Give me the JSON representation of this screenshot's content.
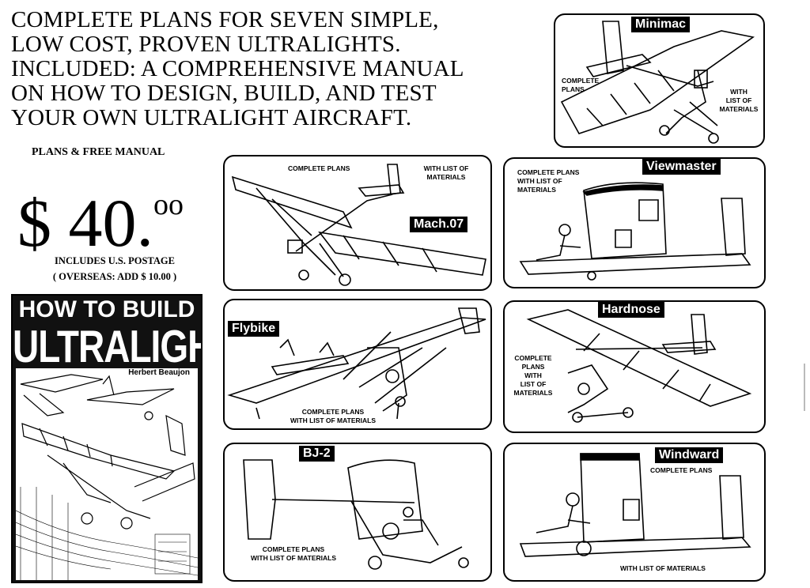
{
  "headline": [
    "COMPLETE PLANS FOR SEVEN SIMPLE,",
    "LOW COST, PROVEN ULTRALIGHTS.",
    "INCLUDED:  A COMPREHENSIVE MANUAL",
    "ON HOW TO DESIGN, BUILD, AND TEST",
    "YOUR OWN ULTRALIGHT AIRCRAFT."
  ],
  "offer": {
    "label": "PLANS & FREE MANUAL",
    "price_main": "$ 40.",
    "price_cents": "oo",
    "postage": "INCLUDES U.S. POSTAGE",
    "overseas": "( OVERSEAS: ADD $ 10.00 )"
  },
  "book": {
    "title_line1": "HOW TO BUILD",
    "title_line2": "ULTRALIGHTS",
    "author": "Herbert Beaujon"
  },
  "panels": {
    "minimac": {
      "name": "Minimac",
      "note_left": [
        "COMPLETE",
        "PLANS"
      ],
      "note_right": [
        "WITH",
        "LIST OF",
        "MATERIALS"
      ]
    },
    "mach07": {
      "name": "Mach.07",
      "note_left": [
        "COMPLETE PLANS"
      ],
      "note_right": [
        "WITH LIST OF",
        "MATERIALS"
      ]
    },
    "viewmaster": {
      "name": "Viewmaster",
      "note_left": [
        "COMPLETE PLANS",
        "WITH LIST OF",
        "MATERIALS"
      ]
    },
    "flybike": {
      "name": "Flybike",
      "note_bottom": [
        "COMPLETE PLANS",
        "WITH LIST OF MATERIALS"
      ]
    },
    "hardnose": {
      "name": "Hardnose",
      "note_left": [
        "COMPLETE",
        "PLANS",
        "WITH",
        "LIST OF",
        "MATERIALS"
      ]
    },
    "bj2": {
      "name": "BJ-2",
      "note_bottom": [
        "COMPLETE PLANS",
        "WITH LIST OF MATERIALS"
      ]
    },
    "windward": {
      "name": "Windward",
      "note_top": [
        "COMPLETE PLANS"
      ],
      "note_bottom": [
        "WITH LIST OF MATERIALS"
      ]
    }
  }
}
